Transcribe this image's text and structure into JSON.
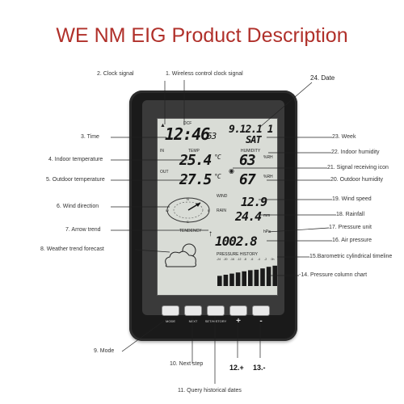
{
  "title": "WE NM EIG Product Description",
  "lcd": {
    "time": "12:46",
    "seconds": "53",
    "date": "9.12.1 1",
    "weekday": "SAT",
    "label_dcf": "DCF",
    "label_temp": "TEMP",
    "label_in": "IN",
    "label_out": "OUT",
    "label_humidity": "HUMIDITY",
    "indoor_temp": "25.4",
    "indoor_temp_unit": "°C",
    "indoor_humidity": "63",
    "outdoor_temp": "27.5",
    "outdoor_temp_unit": "°C",
    "outdoor_humidity": "67",
    "humidity_unit": "%RH",
    "label_wind": "WIND",
    "label_rain": "RAIN",
    "wind_speed": "12.9",
    "rainfall": "24.4",
    "rain_unit": "mm",
    "label_tendency": "TENDENCY",
    "pressure": "1002.8",
    "pressure_unit": "hPa",
    "label_pressure_history": "PRESSURE HISTORY",
    "history_ticks": [
      "-24",
      "-20",
      "-16",
      "-12",
      "-8",
      "-6",
      "-4",
      "-2",
      "0h"
    ],
    "history_bars": [
      0.45,
      0.5,
      0.55,
      0.6,
      0.65,
      0.7,
      0.72,
      0.78,
      0.85,
      0.9
    ]
  },
  "buttons": {
    "mode": "MODE",
    "next": "NEXT",
    "set_history": "SET/HISTORY",
    "plus": "+",
    "minus": "-"
  },
  "callouts": {
    "c1": "1. Wireless control clock signal",
    "c2": "2. Clock signal",
    "c3": "3. Time",
    "c4": "4. Indoor temperature",
    "c5": "5. Outdoor temperature",
    "c6": "6. Wind direction",
    "c7": "7. Arrow trend",
    "c8": "8. Weather trend forecast",
    "c9": "9. Mode",
    "c10": "10. Next step",
    "c11": "11. Query historical dates",
    "c12": "12.+",
    "c13": "13.-",
    "c14": "-14. Pressure column chart",
    "c15": "15.Barometric cylindrical timeline",
    "c16": "16. Air pressure",
    "c17": "17. Pressure unit",
    "c18": "18. Rainfall",
    "c19": "19. Wind speed",
    "c20": "20. Outdoor humidity",
    "c21": "21. Signal receiving icon",
    "c22": "22. Indoor humidity",
    "c23": "23. Week",
    "c24": "24. Date"
  }
}
